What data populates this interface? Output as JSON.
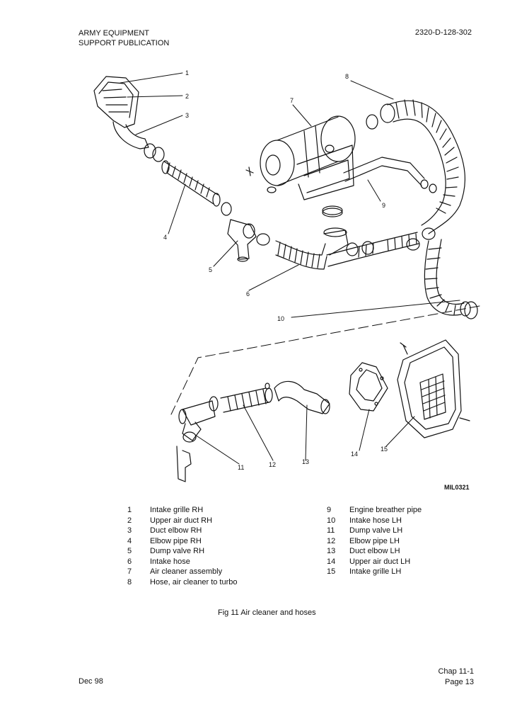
{
  "header": {
    "org_line1": "ARMY EQUIPMENT",
    "org_line2": "SUPPORT PUBLICATION",
    "doc_number": "2320-D-128-302"
  },
  "figure_code": "MIL0321",
  "callouts": [
    "1",
    "2",
    "3",
    "4",
    "5",
    "6",
    "7",
    "8",
    "9",
    "10",
    "11",
    "12",
    "13",
    "14",
    "15"
  ],
  "legend_left": [
    {
      "num": "1",
      "label": "Intake grille RH"
    },
    {
      "num": "2",
      "label": "Upper air duct RH"
    },
    {
      "num": "3",
      "label": "Duct elbow RH"
    },
    {
      "num": "4",
      "label": "Elbow pipe RH"
    },
    {
      "num": "5",
      "label": "Dump valve RH"
    },
    {
      "num": "6",
      "label": "Intake hose"
    },
    {
      "num": "7",
      "label": "Air cleaner assembly"
    },
    {
      "num": "8",
      "label": "Hose, air cleaner to turbo"
    }
  ],
  "legend_right": [
    {
      "num": "9",
      "label": "Engine breather pipe"
    },
    {
      "num": "10",
      "label": "Intake hose LH"
    },
    {
      "num": "11",
      "label": "Dump valve LH"
    },
    {
      "num": "12",
      "label": "Elbow pipe LH"
    },
    {
      "num": "13",
      "label": "Duct elbow LH"
    },
    {
      "num": "14",
      "label": "Upper air duct LH"
    },
    {
      "num": "15",
      "label": "Intake grille LH"
    }
  ],
  "caption": "Fig 11   Air cleaner and hoses",
  "footer": {
    "date": "Dec 98",
    "chapter": "Chap 11-1",
    "page": "Page 13"
  }
}
